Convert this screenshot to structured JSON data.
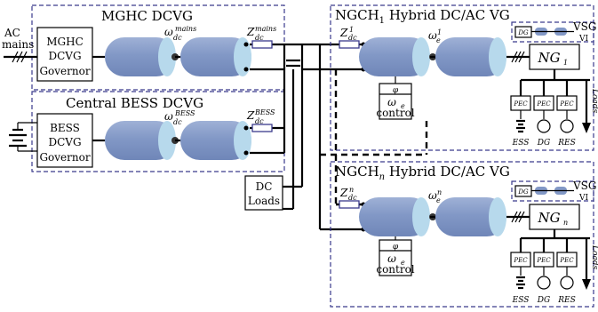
{
  "diagram": {
    "ac_mains_label": "AC mains",
    "mghc": {
      "title": "MGHC DCVG",
      "governor_label_1": "MGHC",
      "governor_label_2": "DCVG",
      "governor_label_3": "Governor",
      "omega_label": "ω",
      "omega_sub": "dc",
      "omega_sup": "mains",
      "z_label": "Z",
      "z_sub": "dc",
      "z_sup": "mains"
    },
    "bess": {
      "title": "Central BESS DCVG",
      "governor_label_1": "BESS",
      "governor_label_2": "DCVG",
      "governor_label_3": "Governor",
      "omega_label": "ω",
      "omega_sub": "dc",
      "omega_sup": "BESS",
      "z_label": "Z",
      "z_sub": "dc",
      "z_sup": "BESS"
    },
    "dc_loads": {
      "line1": "DC",
      "line2": "Loads"
    },
    "ngch1": {
      "title_prefix": "NGCH",
      "title_sub": "1",
      "title_suffix": " Hybrid DC/AC VG",
      "z_label": "Z",
      "z_sub": "dc",
      "z_sup": "1",
      "omega_label": "ω",
      "omega_sub": "e",
      "omega_sup": "1",
      "control_phi": "φ",
      "control_omega": "ω",
      "control_omega_sub": "e",
      "control_word": "control",
      "ng_label": "NG",
      "ng_sub": "1",
      "vsg_1": "VSG",
      "vsg_2": "VI",
      "dg_small": "DG",
      "pec": "PEC",
      "loads": "Loads",
      "ess": "ESS",
      "dg": "DG",
      "res": "RES"
    },
    "ngchn": {
      "title_prefix": "NGCH",
      "title_sub": "n",
      "title_suffix": " Hybrid DC/AC VG",
      "z_label": "Z",
      "z_sub": "dc",
      "z_sup": "n",
      "omega_label": "ω",
      "omega_sub": "e",
      "omega_sup": "n",
      "control_phi": "φ",
      "control_omega": "ω",
      "control_omega_sub": "e",
      "control_word": "control",
      "ng_label": "NG",
      "ng_sub": "n",
      "vsg_1": "VSG",
      "vsg_2": "VI",
      "dg_small": "DG",
      "pec": "PEC",
      "loads": "Loads",
      "ess": "ESS",
      "dg": "DG",
      "res": "RES"
    },
    "colors": {
      "cylinder_body": "#8fa3cc",
      "cylinder_end": "#b7d9ec",
      "dashed_border": "#3a3a8c",
      "impedance_border": "#3a3a8c"
    }
  }
}
